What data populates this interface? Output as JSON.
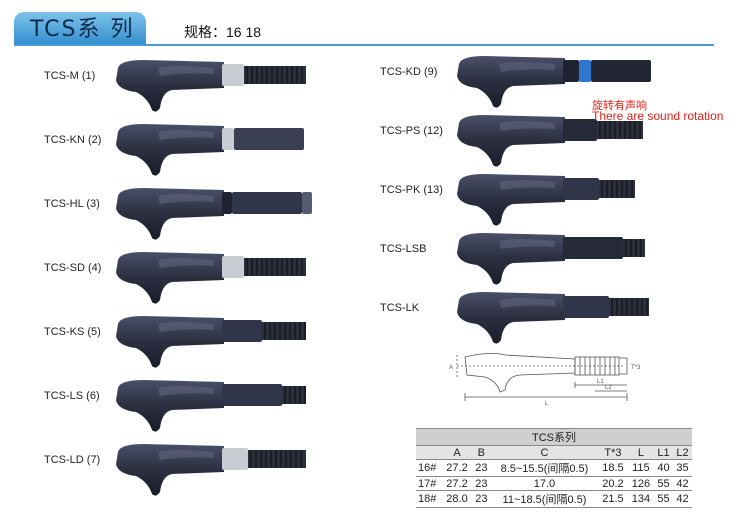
{
  "header": {
    "series_title": "TCS系 列",
    "spec_label": "规格：16  18"
  },
  "products_left": [
    {
      "label": "TCS-M (1)",
      "variant": "m"
    },
    {
      "label": "TCS-KN (2)",
      "variant": "kn"
    },
    {
      "label": "TCS-HL (3)",
      "variant": "hl"
    },
    {
      "label": "TCS-SD (4)",
      "variant": "sd"
    },
    {
      "label": "TCS-KS (5)",
      "variant": "ks"
    },
    {
      "label": "TCS-LS (6)",
      "variant": "ls"
    },
    {
      "label": "TCS-LD (7)",
      "variant": "ld"
    }
  ],
  "products_right": [
    {
      "label": "TCS-KD (9)",
      "variant": "kd"
    },
    {
      "label": "TCS-PS (12)",
      "variant": "ps"
    },
    {
      "label": "TCS-PK (13)",
      "variant": "pk"
    },
    {
      "label": "TCS-LSB",
      "variant": "lsb"
    },
    {
      "label": "TCS-LK",
      "variant": "lk"
    }
  ],
  "note": {
    "cn": "旋转有声响",
    "en": "There are sound rotation",
    "color": "#e2231a"
  },
  "table": {
    "caption": "TCS系列",
    "columns": [
      "",
      "A",
      "B",
      "C",
      "T*3",
      "L",
      "L1",
      "L2"
    ],
    "rows": [
      [
        "16#",
        "27.2",
        "23",
        "8.5~15.5(间隔0.5)",
        "18.5",
        "115",
        "40",
        "35"
      ],
      [
        "17#",
        "27.2",
        "23",
        "17.0",
        "20.2",
        "126",
        "55",
        "42"
      ],
      [
        "18#",
        "28.0",
        "23",
        "11~18.5(间隔0.5)",
        "21.5",
        "134",
        "55",
        "42"
      ]
    ]
  },
  "colors": {
    "accent": "#2f8ccd",
    "handle_dark": "#2a2e3f",
    "handle_mid": "#4a5068",
    "metal": "#c9ccd2"
  }
}
